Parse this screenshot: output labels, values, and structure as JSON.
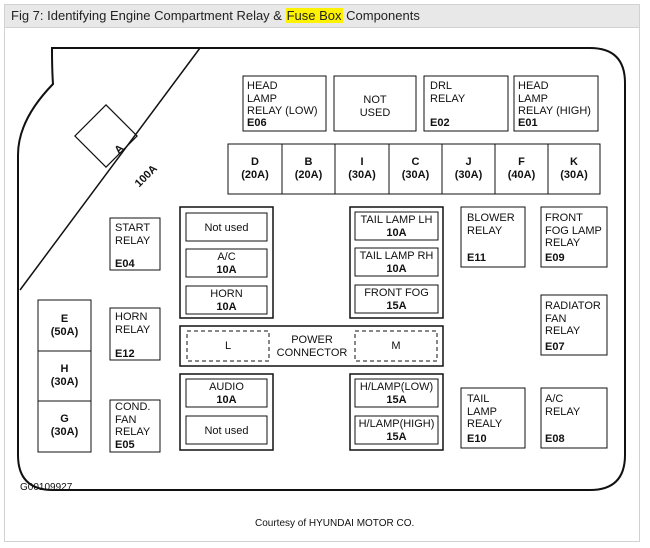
{
  "header": {
    "title_pre": "Fig 7: Identifying Engine Compartment Relay & ",
    "title_hl": "Fuse Box",
    "title_post": " Components"
  },
  "highlight_color": "#fff200",
  "diagram": {
    "fuse_a": {
      "letter": "A",
      "amp": "100A"
    },
    "top_relays": [
      {
        "name": "HEAD\nLAMP\nRELAY (LOW)",
        "code": "E06"
      },
      {
        "name": "NOT\nUSED",
        "code": ""
      },
      {
        "name": "DRL\nRELAY",
        "code": "E02"
      },
      {
        "name": "HEAD\nLAMP\nRELAY (HIGH)",
        "code": "E01"
      }
    ],
    "fuse_row": [
      {
        "letter": "D",
        "amp": "(20A)"
      },
      {
        "letter": "B",
        "amp": "(20A)"
      },
      {
        "letter": "I",
        "amp": "(30A)"
      },
      {
        "letter": "C",
        "amp": "(30A)"
      },
      {
        "letter": "J",
        "amp": "(30A)"
      },
      {
        "letter": "F",
        "amp": "(40A)"
      },
      {
        "letter": "K",
        "amp": "(30A)"
      }
    ],
    "left_relays": [
      {
        "name": "START\nRELAY",
        "code": "E04"
      },
      {
        "name": "HORN\nRELAY",
        "code": "E12"
      },
      {
        "name": "COND.\nFAN\nRELAY",
        "code": "E05"
      }
    ],
    "left_fuses": [
      {
        "letter": "E",
        "amp": "(50A)"
      },
      {
        "letter": "H",
        "amp": "(30A)"
      },
      {
        "letter": "G",
        "amp": "(30A)"
      }
    ],
    "center_left_top": [
      {
        "name": "Not used",
        "amp": ""
      },
      {
        "name": "A/C",
        "amp": "10A"
      },
      {
        "name": "HORN",
        "amp": "10A"
      }
    ],
    "center_right_top": [
      {
        "name": "TAIL LAMP LH",
        "amp": "10A"
      },
      {
        "name": "TAIL LAMP RH",
        "amp": "10A"
      },
      {
        "name": "FRONT FOG",
        "amp": "15A"
      }
    ],
    "power_connector": {
      "left": "L",
      "label": "POWER\nCONNECTOR",
      "right": "M"
    },
    "center_left_bottom": [
      {
        "name": "AUDIO",
        "amp": "10A"
      },
      {
        "name": "Not used",
        "amp": ""
      }
    ],
    "center_right_bottom": [
      {
        "name": "H/LAMP(LOW)",
        "amp": "15A"
      },
      {
        "name": "H/LAMP(HIGH)",
        "amp": "15A"
      }
    ],
    "right_relays": [
      {
        "name": "BLOWER\nRELAY",
        "code": "E11"
      },
      {
        "name": "FRONT\nFOG LAMP\nRELAY",
        "code": "E09"
      },
      {
        "name": "RADIATOR\nFAN\nRELAY",
        "code": "E07"
      },
      {
        "name": "TAIL\nLAMP\nREALY",
        "code": "E10"
      },
      {
        "name": "A/C\nRELAY",
        "code": "E08"
      }
    ]
  },
  "footer": {
    "ref_code": "G00109927",
    "courtesy": "Courtesy of HYUNDAI MOTOR CO."
  }
}
